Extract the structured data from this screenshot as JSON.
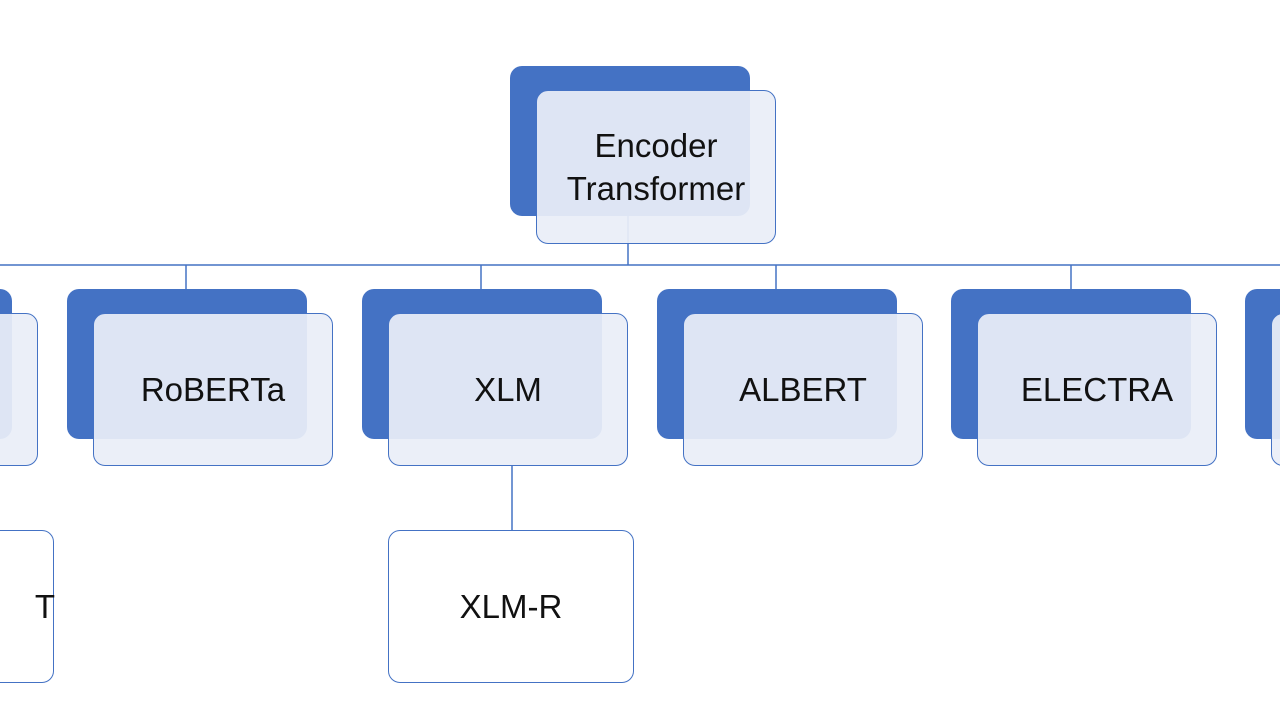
{
  "diagram": {
    "root": {
      "label_line1": "Encoder",
      "label_line2": "Transformer"
    },
    "children": [
      {
        "label": ""
      },
      {
        "label": "RoBERTa"
      },
      {
        "label": "XLM"
      },
      {
        "label": "ALBERT"
      },
      {
        "label": "ELECTRA"
      },
      {
        "label": ""
      }
    ],
    "grandchildren": [
      {
        "label": "T",
        "parent": ""
      },
      {
        "label": "XLM-R",
        "parent": "XLM"
      }
    ],
    "colors": {
      "accent": "#4472c4",
      "fill_light": "#e9eef8",
      "connector": "#4472c4",
      "text": "#111111"
    }
  }
}
